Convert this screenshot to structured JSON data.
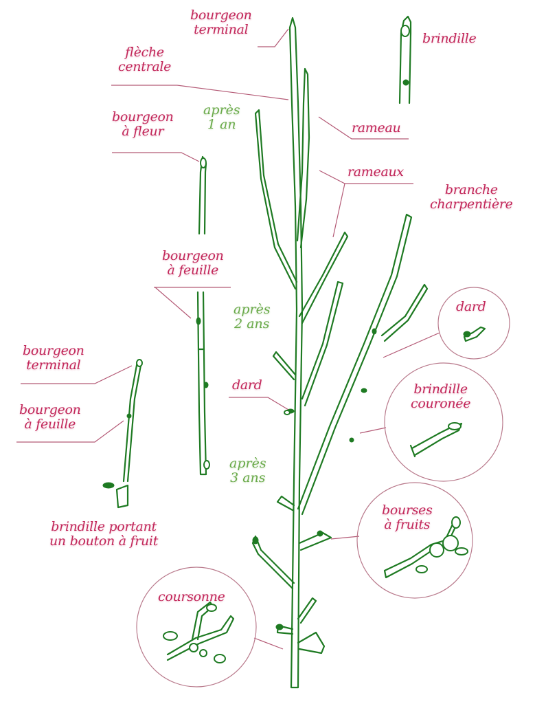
{
  "diagram": {
    "language": "fr",
    "colors": {
      "label": "#c2275a",
      "age_label": "#6aaa4a",
      "branch_outline": "#1e7a22",
      "leader_line": "#b45a76",
      "background": "#ffffff"
    },
    "labels": {
      "bourgeon_terminal_top": [
        "bourgeon",
        "terminal"
      ],
      "fleche_centrale": [
        "flèche",
        "centrale"
      ],
      "brindille_top": [
        "brindille"
      ],
      "rameau": [
        "rameau"
      ],
      "bourgeon_a_fleur": [
        "bourgeon",
        "à fleur"
      ],
      "rameaux": [
        "rameaux"
      ],
      "branche_charpentiere": [
        "branche",
        "charpentière"
      ],
      "bourgeon_a_feuille_mid": [
        "bourgeon",
        "à feuille"
      ],
      "bourgeon_terminal_left": [
        "bourgeon",
        "terminal"
      ],
      "bourgeon_a_feuille_left": [
        "bourgeon",
        "à feuille"
      ],
      "dard_trunk": [
        "dard"
      ],
      "brindille_bouton_fruit": [
        "brindille portant",
        "un bouton à fruit"
      ]
    },
    "age_labels": {
      "year1": [
        "après",
        "1 an"
      ],
      "year2": [
        "après",
        "2 ans"
      ],
      "year3": [
        "après",
        "3 ans"
      ]
    },
    "detail_circles": [
      {
        "id": "dard",
        "label": [
          "dard"
        ]
      },
      {
        "id": "brindille_couronee",
        "label": [
          "brindille",
          "couronée"
        ]
      },
      {
        "id": "bourses_a_fruits",
        "label": [
          "bourses",
          "à fruits"
        ]
      },
      {
        "id": "coursonne",
        "label": [
          "coursonne"
        ]
      }
    ]
  }
}
